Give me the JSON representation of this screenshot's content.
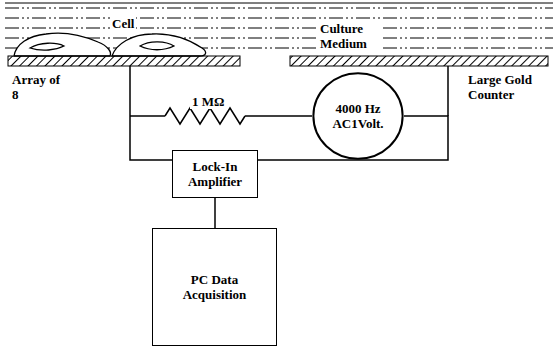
{
  "diagram": {
    "nodes": [
      {
        "text": [
          "4000 Hz AC1Volt."
        ]
      },
      {
        "text": [
          "Lock-In Amplifier"
        ]
      },
      {
        "text": [
          "PC Data Acquisition"
        ]
      }
    ],
    "edges": [
      {
        "from": 0,
        "to": 1,
        "arrow": "none"
      },
      {
        "from": 1,
        "to": 2,
        "arrow": "none"
      }
    ],
    "labels": [
      "Cell",
      "Culture Medium",
      "Array of 8",
      "Large Gold Counter",
      "1 MΩ"
    ]
  }
}
